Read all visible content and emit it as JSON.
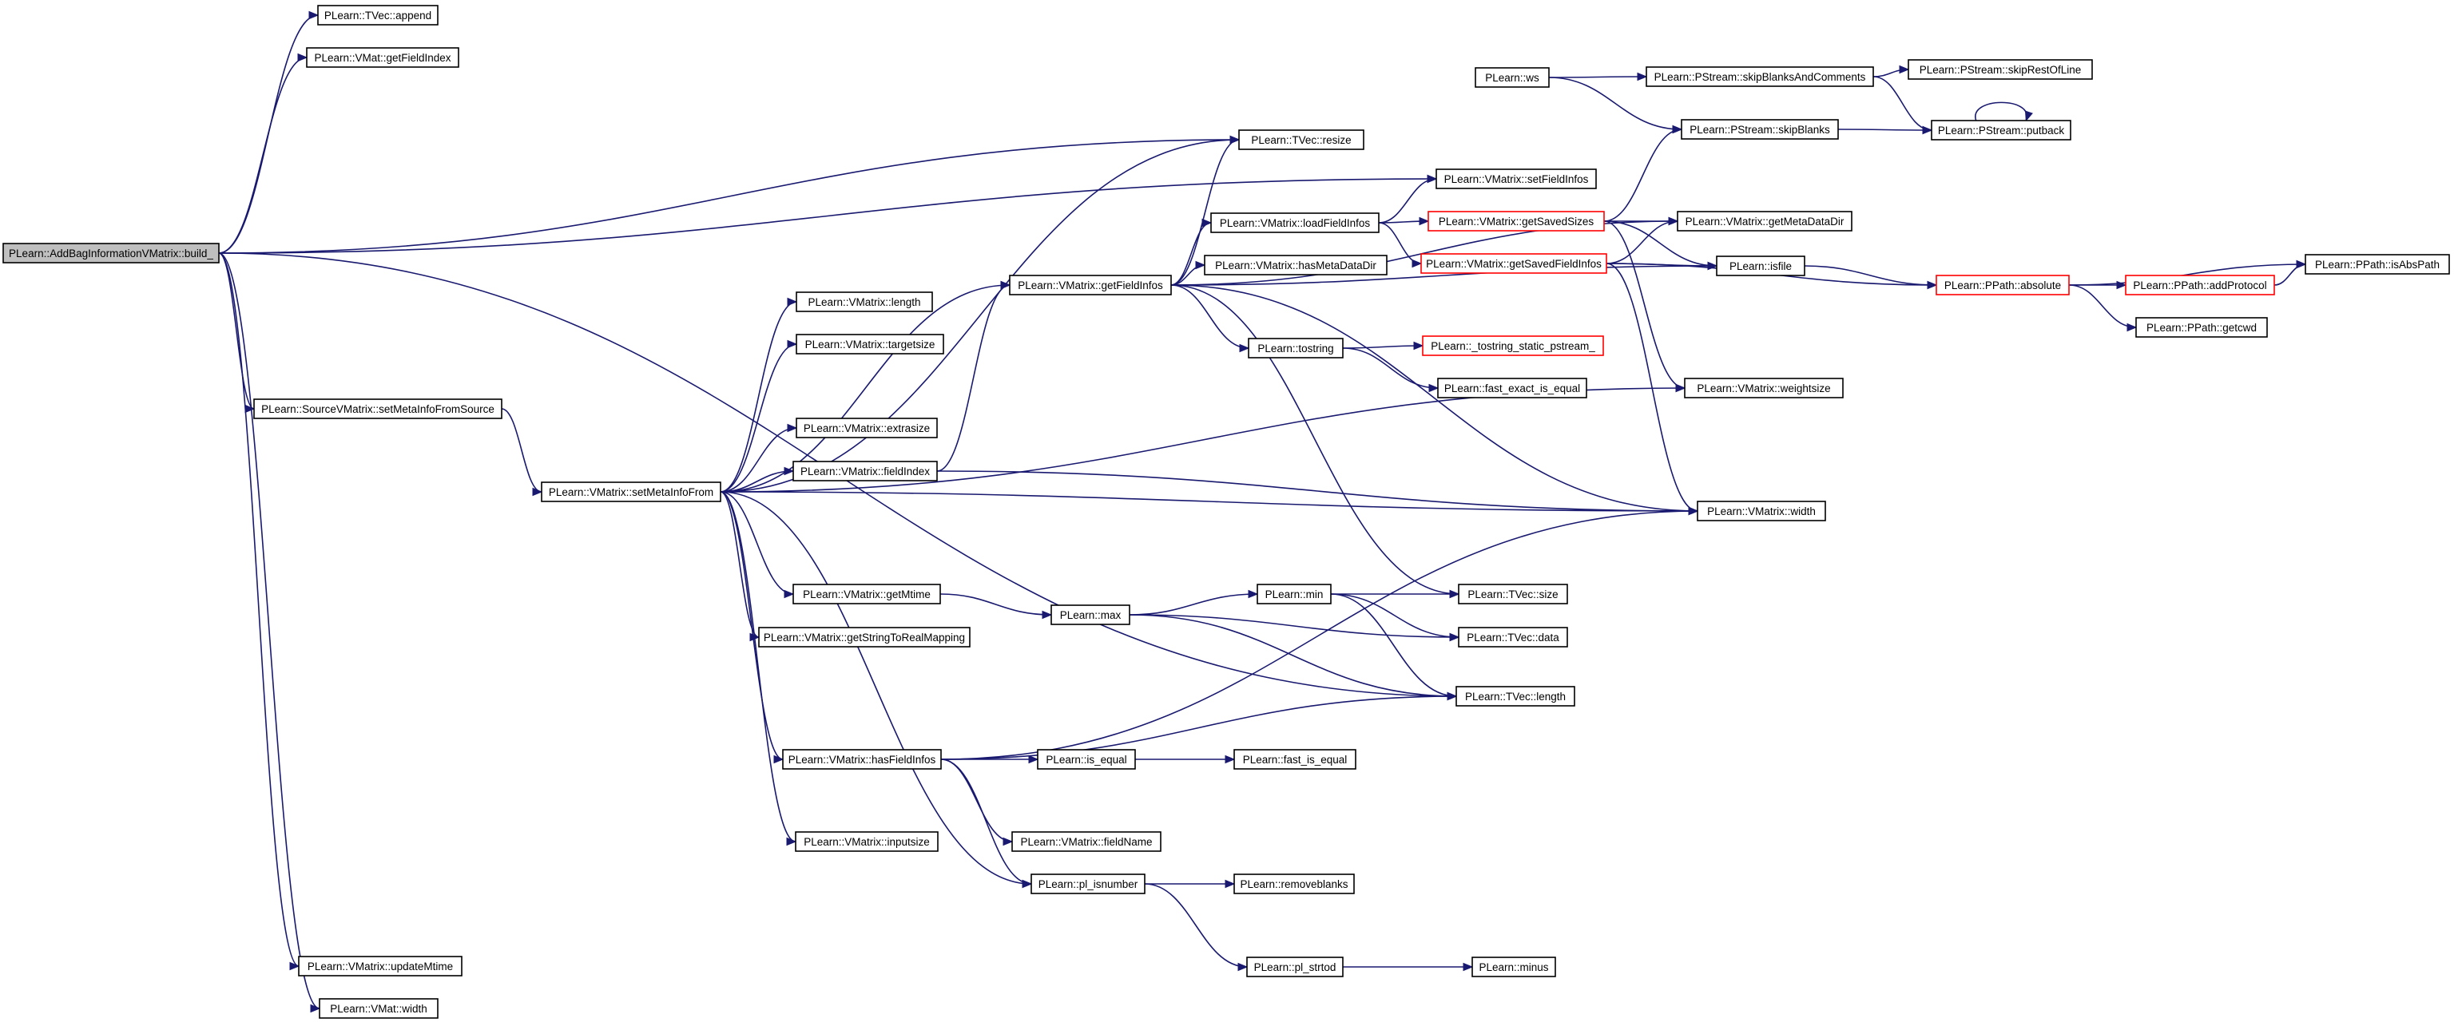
{
  "graph": {
    "colors": {
      "edge": "#191970",
      "node_border": "#000000",
      "truncated_border": "#ff0000",
      "root_fill": "#bfbfbf",
      "node_fill": "#ffffff"
    },
    "nodes": [
      {
        "id": "root",
        "label": "PLearn::AddBagInformationVMatrix::build_"
      },
      {
        "id": "tvec_append",
        "label": "PLearn::TVec::append"
      },
      {
        "id": "vmat_getfieldindex",
        "label": "PLearn::VMat::getFieldIndex"
      },
      {
        "id": "setmetainfofromsource",
        "label": "PLearn::SourceVMatrix::setMetaInfoFromSource"
      },
      {
        "id": "updatemtime",
        "label": "PLearn::VMatrix::updateMtime"
      },
      {
        "id": "vmat_width",
        "label": "PLearn::VMat::width"
      },
      {
        "id": "setmetainfofrom",
        "label": "PLearn::VMatrix::setMetaInfoFrom"
      },
      {
        "id": "vm_length",
        "label": "PLearn::VMatrix::length"
      },
      {
        "id": "vm_targetsize",
        "label": "PLearn::VMatrix::targetsize"
      },
      {
        "id": "vm_extrasize",
        "label": "PLearn::VMatrix::extrasize"
      },
      {
        "id": "vm_fieldindex",
        "label": "PLearn::VMatrix::fieldIndex"
      },
      {
        "id": "vm_getmtime",
        "label": "PLearn::VMatrix::getMtime"
      },
      {
        "id": "vm_getstringtoreal",
        "label": "PLearn::VMatrix::getStringToRealMapping"
      },
      {
        "id": "vm_hasfieldinfos",
        "label": "PLearn::VMatrix::hasFieldInfos"
      },
      {
        "id": "vm_inputsize",
        "label": "PLearn::VMatrix::inputsize"
      },
      {
        "id": "vm_getfieldinfos",
        "label": "PLearn::VMatrix::getFieldInfos"
      },
      {
        "id": "max",
        "label": "PLearn::max"
      },
      {
        "id": "is_equal",
        "label": "PLearn::is_equal"
      },
      {
        "id": "vm_fieldname",
        "label": "PLearn::VMatrix::fieldName"
      },
      {
        "id": "pl_isnumber",
        "label": "PLearn::pl_isnumber"
      },
      {
        "id": "pl_strtod",
        "label": "PLearn::pl_strtod"
      },
      {
        "id": "ws",
        "label": "PLearn::ws"
      },
      {
        "id": "tvec_resize",
        "label": "PLearn::TVec::resize"
      },
      {
        "id": "vm_loadfieldinfos",
        "label": "PLearn::VMatrix::loadFieldInfos"
      },
      {
        "id": "vm_hasmetadatadir",
        "label": "PLearn::VMatrix::hasMetaDataDir"
      },
      {
        "id": "tostring",
        "label": "PLearn::tostring"
      },
      {
        "id": "min",
        "label": "PLearn::min"
      },
      {
        "id": "fast_is_equal",
        "label": "PLearn::fast_is_equal"
      },
      {
        "id": "removeblanks",
        "label": "PLearn::removeblanks"
      },
      {
        "id": "minus",
        "label": "PLearn::minus"
      },
      {
        "id": "vm_setfieldinfos",
        "label": "PLearn::VMatrix::setFieldInfos"
      },
      {
        "id": "vm_getsavedsizes",
        "label": "PLearn::VMatrix::getSavedSizes",
        "truncated": true
      },
      {
        "id": "vm_getsavedfieldinfos",
        "label": "PLearn::VMatrix::getSavedFieldInfos",
        "truncated": true
      },
      {
        "id": "tostring_static",
        "label": "PLearn::_tostring_static_pstream_",
        "truncated": true
      },
      {
        "id": "fast_exact_is_equal",
        "label": "PLearn::fast_exact_is_equal"
      },
      {
        "id": "tvec_size",
        "label": "PLearn::TVec::size"
      },
      {
        "id": "tvec_data",
        "label": "PLearn::TVec::data"
      },
      {
        "id": "tvec_length",
        "label": "PLearn::TVec::length"
      },
      {
        "id": "ps_skipblanksandcomments",
        "label": "PLearn::PStream::skipBlanksAndComments"
      },
      {
        "id": "ps_skipblanks",
        "label": "PLearn::PStream::skipBlanks"
      },
      {
        "id": "vm_getmetadatadir",
        "label": "PLearn::VMatrix::getMetaDataDir"
      },
      {
        "id": "isfile",
        "label": "PLearn::isfile"
      },
      {
        "id": "vm_weightsize",
        "label": "PLearn::VMatrix::weightsize"
      },
      {
        "id": "vm_width",
        "label": "PLearn::VMatrix::width"
      },
      {
        "id": "ps_skiprestofline",
        "label": "PLearn::PStream::skipRestOfLine"
      },
      {
        "id": "ps_putback",
        "label": "PLearn::PStream::putback"
      },
      {
        "id": "pp_absolute",
        "label": "PLearn::PPath::absolute",
        "truncated": true
      },
      {
        "id": "pp_addprotocol",
        "label": "PLearn::PPath::addProtocol",
        "truncated": true
      },
      {
        "id": "pp_getcwd",
        "label": "PLearn::PPath::getcwd"
      },
      {
        "id": "pp_isabspath",
        "label": "PLearn::PPath::isAbsPath"
      }
    ],
    "edges": [
      [
        "root",
        "tvec_append"
      ],
      [
        "root",
        "vmat_getfieldindex"
      ],
      [
        "root",
        "setmetainfofromsource"
      ],
      [
        "root",
        "updatemtime"
      ],
      [
        "root",
        "vmat_width"
      ],
      [
        "root",
        "vm_setfieldinfos"
      ],
      [
        "root",
        "tvec_resize"
      ],
      [
        "root",
        "tvec_length"
      ],
      [
        "setmetainfofromsource",
        "setmetainfofrom"
      ],
      [
        "setmetainfofrom",
        "vm_length"
      ],
      [
        "setmetainfofrom",
        "vm_targetsize"
      ],
      [
        "setmetainfofrom",
        "vm_extrasize"
      ],
      [
        "setmetainfofrom",
        "vm_fieldindex"
      ],
      [
        "setmetainfofrom",
        "vm_getmtime"
      ],
      [
        "setmetainfofrom",
        "vm_getstringtoreal"
      ],
      [
        "setmetainfofrom",
        "vm_hasfieldinfos"
      ],
      [
        "setmetainfofrom",
        "vm_inputsize"
      ],
      [
        "setmetainfofrom",
        "vm_getfieldinfos"
      ],
      [
        "setmetainfofrom",
        "tvec_resize"
      ],
      [
        "setmetainfofrom",
        "vm_weightsize"
      ],
      [
        "setmetainfofrom",
        "vm_width"
      ],
      [
        "setmetainfofrom",
        "pl_isnumber"
      ],
      [
        "vm_fieldindex",
        "vm_getfieldinfos"
      ],
      [
        "vm_fieldindex",
        "vm_width"
      ],
      [
        "vm_getmtime",
        "max"
      ],
      [
        "vm_hasfieldinfos",
        "is_equal"
      ],
      [
        "vm_hasfieldinfos",
        "vm_fieldname"
      ],
      [
        "vm_hasfieldinfos",
        "pl_isnumber"
      ],
      [
        "vm_hasfieldinfos",
        "tvec_length"
      ],
      [
        "vm_hasfieldinfos",
        "vm_width"
      ],
      [
        "vm_getfieldinfos",
        "tvec_resize"
      ],
      [
        "vm_getfieldinfos",
        "vm_loadfieldinfos"
      ],
      [
        "vm_getfieldinfos",
        "vm_hasmetadatadir"
      ],
      [
        "vm_getfieldinfos",
        "tostring"
      ],
      [
        "vm_getfieldinfos",
        "vm_getmetadatadir"
      ],
      [
        "vm_getfieldinfos",
        "isfile"
      ],
      [
        "vm_getfieldinfos",
        "tvec_size"
      ],
      [
        "vm_getfieldinfos",
        "vm_width"
      ],
      [
        "vm_loadfieldinfos",
        "vm_setfieldinfos"
      ],
      [
        "vm_loadfieldinfos",
        "vm_getsavedsizes"
      ],
      [
        "vm_loadfieldinfos",
        "vm_getsavedfieldinfos"
      ],
      [
        "vm_getsavedsizes",
        "ps_skipblanks"
      ],
      [
        "vm_getsavedsizes",
        "vm_getmetadatadir"
      ],
      [
        "vm_getsavedsizes",
        "isfile"
      ],
      [
        "vm_getsavedsizes",
        "vm_weightsize"
      ],
      [
        "vm_getsavedfieldinfos",
        "vm_getmetadatadir"
      ],
      [
        "vm_getsavedfieldinfos",
        "isfile"
      ],
      [
        "vm_getsavedfieldinfos",
        "pp_absolute"
      ],
      [
        "vm_getsavedfieldinfos",
        "vm_width"
      ],
      [
        "tostring",
        "tostring_static"
      ],
      [
        "tostring",
        "fast_exact_is_equal"
      ],
      [
        "max",
        "min"
      ],
      [
        "max",
        "tvec_data"
      ],
      [
        "max",
        "tvec_length"
      ],
      [
        "min",
        "tvec_size"
      ],
      [
        "min",
        "tvec_data"
      ],
      [
        "min",
        "tvec_length"
      ],
      [
        "is_equal",
        "fast_is_equal"
      ],
      [
        "pl_isnumber",
        "removeblanks"
      ],
      [
        "pl_isnumber",
        "pl_strtod"
      ],
      [
        "pl_strtod",
        "minus"
      ],
      [
        "ws",
        "ps_skipblanksandcomments"
      ],
      [
        "ws",
        "ps_skipblanks"
      ],
      [
        "ps_skipblanksandcomments",
        "ps_skiprestofline"
      ],
      [
        "ps_skipblanksandcomments",
        "ps_putback"
      ],
      [
        "ps_skipblanks",
        "ps_putback"
      ],
      [
        "ps_putback",
        "ps_putback"
      ],
      [
        "isfile",
        "pp_absolute"
      ],
      [
        "pp_absolute",
        "pp_addprotocol"
      ],
      [
        "pp_absolute",
        "pp_getcwd"
      ],
      [
        "pp_absolute",
        "pp_isabspath"
      ],
      [
        "pp_addprotocol",
        "pp_isabspath"
      ]
    ]
  }
}
